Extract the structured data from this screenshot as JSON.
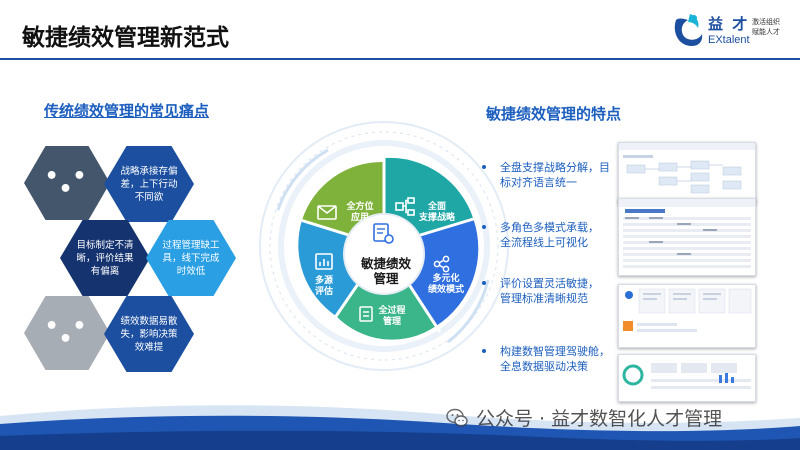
{
  "header": {
    "title": "敏捷绩效管理新范式",
    "logo": {
      "cn": "益 才",
      "en": "EXtalent",
      "tagline_1": "激活组织",
      "tagline_2": "赋能人才"
    }
  },
  "left": {
    "heading": "传统绩效管理的常见痛点",
    "hexes": [
      {
        "text": "• • •"
      },
      {
        "text": "战略承接存偏差，上下行动不同欲"
      },
      {
        "text": "目标制定不清晰，评价结果有偏离"
      },
      {
        "text": "过程管理缺工具，线下完成时效低"
      },
      {
        "text": "• • •"
      },
      {
        "text": "绩效数据易散失，影响决策效难提"
      }
    ]
  },
  "wheel": {
    "center": "敏捷绩效管理",
    "segments": [
      {
        "label_1": "全面",
        "label_2": "支撑战略",
        "icon": "org-chart-icon"
      },
      {
        "label_1": "多元化",
        "label_2": "绩效模式",
        "icon": "share-nodes-icon"
      },
      {
        "label_1": "全过程",
        "label_2": "管理",
        "icon": "checklist-icon"
      },
      {
        "label_1": "多源",
        "label_2": "评估",
        "icon": "bar-chart-icon"
      },
      {
        "label_1": "全方位",
        "label_2": "应用",
        "icon": "envelope-check-icon"
      }
    ],
    "colors": {
      "teal": "#1fa7a6",
      "blue": "#2f6fe0",
      "green": "#3bb58a",
      "sky": "#2a9bd6",
      "olive": "#7fb23a"
    }
  },
  "right": {
    "heading": "敏捷绩效管理的特点",
    "bullets": [
      {
        "line_1": "全盘支撑战略分解，目",
        "line_2": "标对齐语言统一"
      },
      {
        "line_1": "多角色多模式承载，",
        "line_2": "全流程线上可视化"
      },
      {
        "line_1": "评价设置灵活敏捷，",
        "line_2": "管理标准清晰规范"
      },
      {
        "line_1": "构建数智管理驾驶舱，",
        "line_2": "全息数据驱动决策"
      }
    ]
  },
  "footer": {
    "watermark": "公众号 · 益才数智化人才管理"
  }
}
